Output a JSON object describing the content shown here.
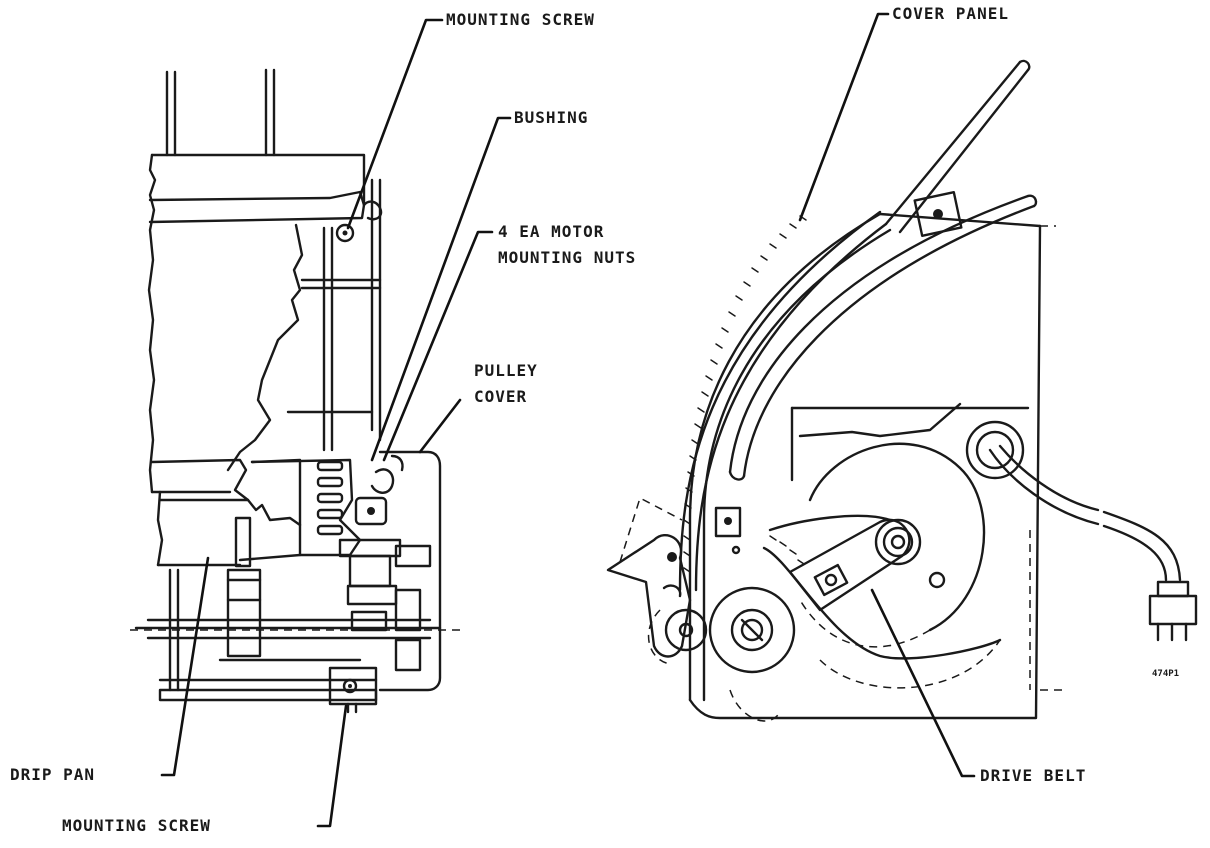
{
  "labels": {
    "mounting_screw_top": "MOUNTING SCREW",
    "bushing": "BUSHING",
    "motor_nuts_line1": "4 EA MOTOR",
    "motor_nuts_line2": "MOUNTING NUTS",
    "pulley_cover_line1": "PULLEY",
    "pulley_cover_line2": "COVER",
    "drip_pan": "DRIP PAN",
    "mounting_screw_bottom": "MOUNTING SCREW",
    "cover_panel": "COVER PANEL",
    "drive_belt": "DRIVE BELT",
    "figure_number": "474P1"
  }
}
